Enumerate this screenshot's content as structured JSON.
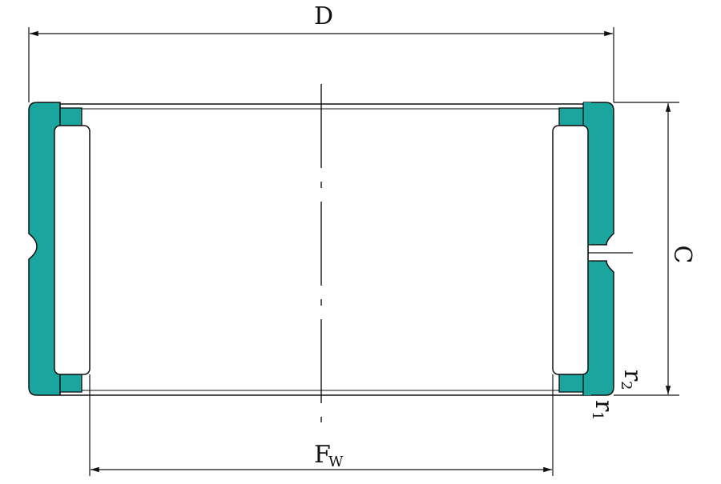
{
  "labels": {
    "d": "D",
    "c": "C",
    "fw_main": "F",
    "fw_sub": "W",
    "r1_main": "r",
    "r1_sub": "1",
    "r2_main": "r",
    "r2_sub": "2"
  },
  "colors": {
    "outer_ring": "#1aa59e",
    "outline": "#111111",
    "background": "#ffffff"
  }
}
